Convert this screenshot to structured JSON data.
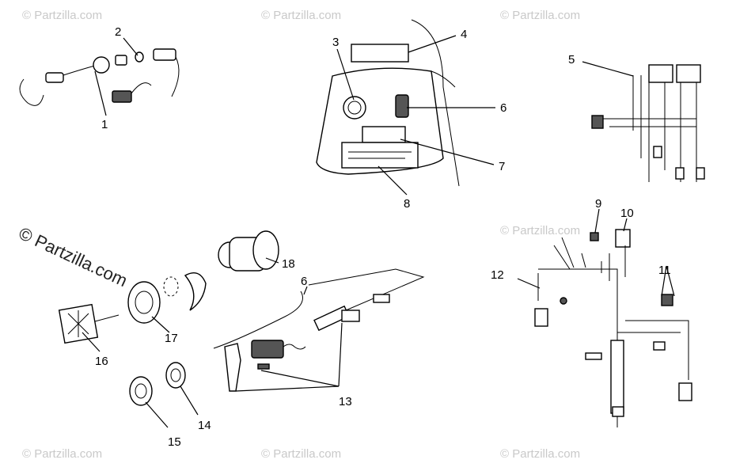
{
  "watermark": {
    "text": "© Partzilla.com",
    "large_text": "© Partzilla.com"
  },
  "callouts": [
    {
      "id": "c1",
      "label": "1"
    },
    {
      "id": "c2",
      "label": "2"
    },
    {
      "id": "c3",
      "label": "3"
    },
    {
      "id": "c4",
      "label": "4"
    },
    {
      "id": "c5",
      "label": "5"
    },
    {
      "id": "c6a",
      "label": "6"
    },
    {
      "id": "c6b",
      "label": "6"
    },
    {
      "id": "c7",
      "label": "7"
    },
    {
      "id": "c8",
      "label": "8"
    },
    {
      "id": "c9",
      "label": "9"
    },
    {
      "id": "c10",
      "label": "10"
    },
    {
      "id": "c11",
      "label": "11"
    },
    {
      "id": "c12",
      "label": "12"
    },
    {
      "id": "c13",
      "label": "13"
    },
    {
      "id": "c14",
      "label": "14"
    },
    {
      "id": "c15",
      "label": "15"
    },
    {
      "id": "c16",
      "label": "16"
    },
    {
      "id": "c17",
      "label": "17"
    },
    {
      "id": "c18",
      "label": "18"
    }
  ],
  "colors": {
    "ink": "#000000",
    "watermark": "#c9c9c9",
    "background": "#ffffff"
  }
}
